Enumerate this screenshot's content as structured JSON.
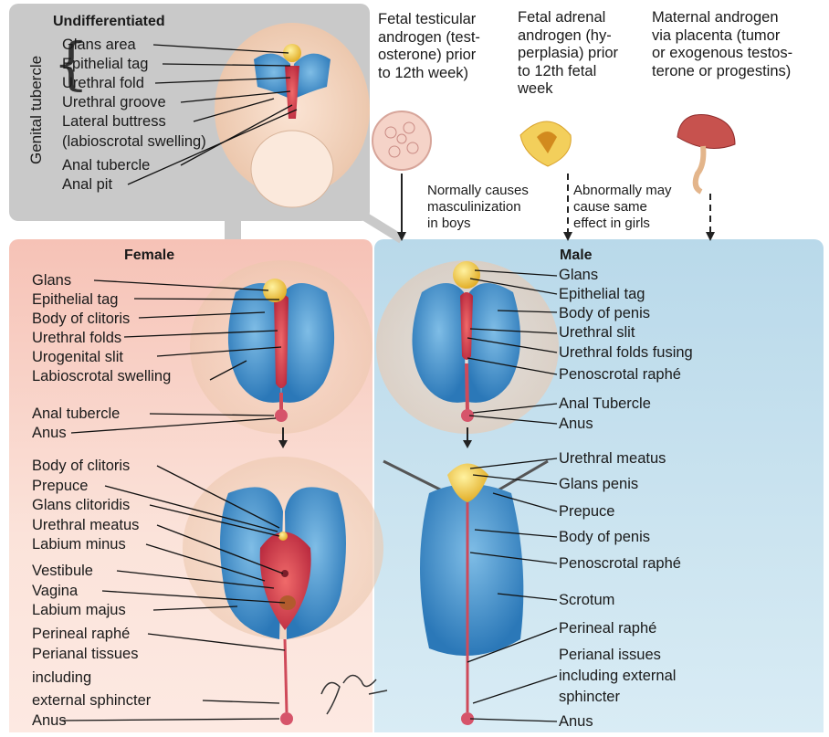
{
  "undifferentiated": {
    "title": "Undifferentiated",
    "genital_tubercle": "Genital tubercle",
    "labels": [
      "Glans area",
      "Epithelial tag",
      "Urethral fold",
      "Urethral groove",
      "Lateral buttress",
      "(labioscrotal swelling)",
      "Anal tubercle",
      "Anal pit"
    ]
  },
  "sources": {
    "fetal_testicular": [
      "Fetal testicular",
      "androgen (test-",
      "osterone) prior",
      "to 12th week)"
    ],
    "fetal_adrenal": [
      "Fetal adrenal",
      "androgen (hy-",
      "perplasia) prior",
      "to 12th fetal",
      "week"
    ],
    "maternal": [
      "Maternal androgen",
      "via placenta (tumor",
      "or exogenous testos-",
      "terone or progestins)"
    ],
    "note_boys": [
      "Normally causes",
      "masculinization",
      "in boys"
    ],
    "note_girls": [
      "Abnormally may",
      "cause same",
      "effect in girls"
    ]
  },
  "female": {
    "title": "Female",
    "upper_labels": [
      "Glans",
      "Epithelial tag",
      "Body of clitoris",
      "Urethral folds",
      "Urogenital slit",
      "Labioscrotal swelling",
      "Anal tubercle",
      "Anus"
    ],
    "lower_labels": [
      "Body of clitoris",
      "Prepuce",
      "Glans clitoridis",
      "Urethral meatus",
      "Labium minus",
      "Vestibule",
      "Vagina",
      "Labium majus",
      "Perineal raphé",
      "Perianal tissues",
      "including",
      "external sphincter",
      "Anus"
    ]
  },
  "male": {
    "title": "Male",
    "upper_labels": [
      "Glans",
      "Epithelial tag",
      "Body of penis",
      "Urethral slit",
      "Urethral folds fusing",
      "Penoscrotal raphé",
      "Anal Tubercle",
      "Anus"
    ],
    "lower_labels": [
      "Urethral meatus",
      "Glans penis",
      "Prepuce",
      "Body of penis",
      "Penoscrotal raphé",
      "Scrotum",
      "Perineal raphé",
      "Perianal issues",
      "including external",
      "sphincter",
      "Anus"
    ]
  },
  "colors": {
    "gray_panel": "#c9c9c9",
    "female_panel": "#f6c2b6",
    "male_panel": "#b9d9ea",
    "tissue_blue": "#3d8fc9",
    "glans_yellow": "#f1c83a",
    "mucosa_red": "#d6374b"
  }
}
